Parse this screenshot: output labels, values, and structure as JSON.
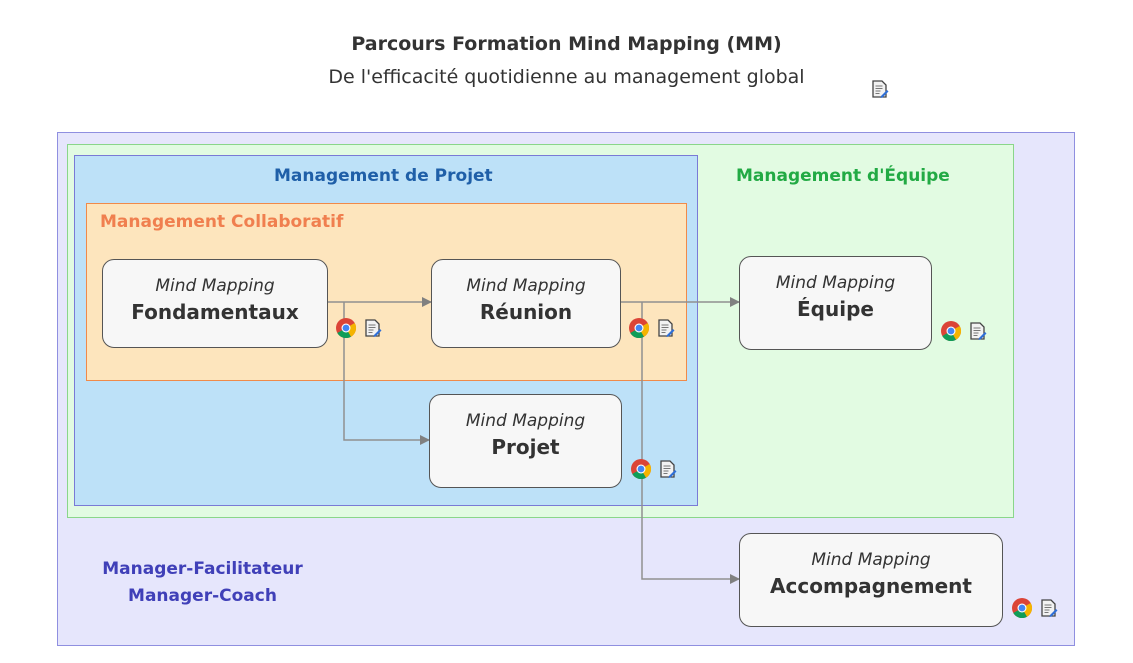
{
  "header": {
    "title": "Parcours Formation Mind Mapping (MM)",
    "subtitle": "De l'efficacité quotidienne au management global",
    "note_icon": "note-icon"
  },
  "regions": {
    "outer": {
      "label_lines": [
        "Manager-Facilitateur",
        "Manager-Coach"
      ],
      "color": "#4040b8",
      "fill": "#e6e6fc"
    },
    "team": {
      "label": "Management d'Équipe",
      "color": "#22aa44",
      "fill": "#e2fbe2"
    },
    "project": {
      "label": "Management de Projet",
      "color": "#1f5fa8",
      "fill": "#bde1f8"
    },
    "collab": {
      "label": "Management Collaboratif",
      "color": "#f07f4f",
      "fill": "#fde5bd"
    }
  },
  "nodes": [
    {
      "id": "fondamentaux",
      "subtitle": "Mind Mapping",
      "title": "Fondamentaux",
      "icons": [
        "chrome-icon",
        "note-icon"
      ]
    },
    {
      "id": "reunion",
      "subtitle": "Mind Mapping",
      "title": "Réunion",
      "icons": [
        "chrome-icon",
        "note-icon"
      ]
    },
    {
      "id": "equipe",
      "subtitle": "Mind Mapping",
      "title": "Équipe",
      "icons": [
        "chrome-icon",
        "note-icon"
      ]
    },
    {
      "id": "projet",
      "subtitle": "Mind Mapping",
      "title": "Projet",
      "icons": [
        "chrome-icon",
        "note-icon"
      ]
    },
    {
      "id": "accompagnement",
      "subtitle": "Mind Mapping",
      "title": "Accompagnement",
      "icons": [
        "chrome-icon",
        "note-icon"
      ]
    }
  ],
  "edges": [
    {
      "from": "fondamentaux",
      "to": "reunion"
    },
    {
      "from": "fondamentaux",
      "to": "projet"
    },
    {
      "from": "reunion",
      "to": "equipe"
    },
    {
      "from": "reunion",
      "to": "accompagnement"
    }
  ]
}
